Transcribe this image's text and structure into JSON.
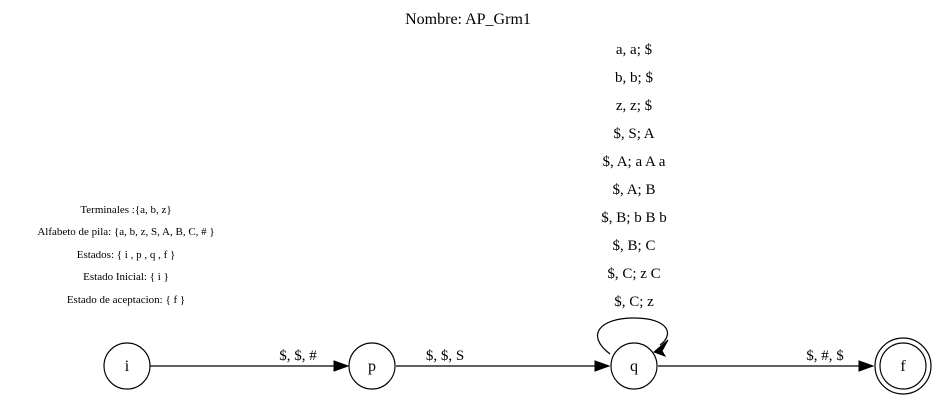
{
  "title": "Nombre: AP_Grm1",
  "info": {
    "terminales": "Terminales :{a, b, z}",
    "alfabeto_pila": "Alfabeto de pila: {a, b, z, S, A, B, C, # }",
    "estados": "Estados: { i , p , q , f }",
    "estado_inicial": "Estado Inicial: { i }",
    "estado_aceptacion": "Estado de aceptacion: { f }"
  },
  "states": {
    "i": "i",
    "p": "p",
    "q": "q",
    "f": "f"
  },
  "transitions": {
    "i_p": "$, $, #",
    "p_q": "$, $, S",
    "q_f": "$, #, $"
  },
  "loop_q": [
    "a, a; $",
    "b, b; $",
    "z, z; $",
    "$, S; A",
    "$, A; a A a",
    "$, A; B",
    "$, B; b B b",
    "$, B; C",
    "$, C; z C",
    "$, C; z"
  ]
}
